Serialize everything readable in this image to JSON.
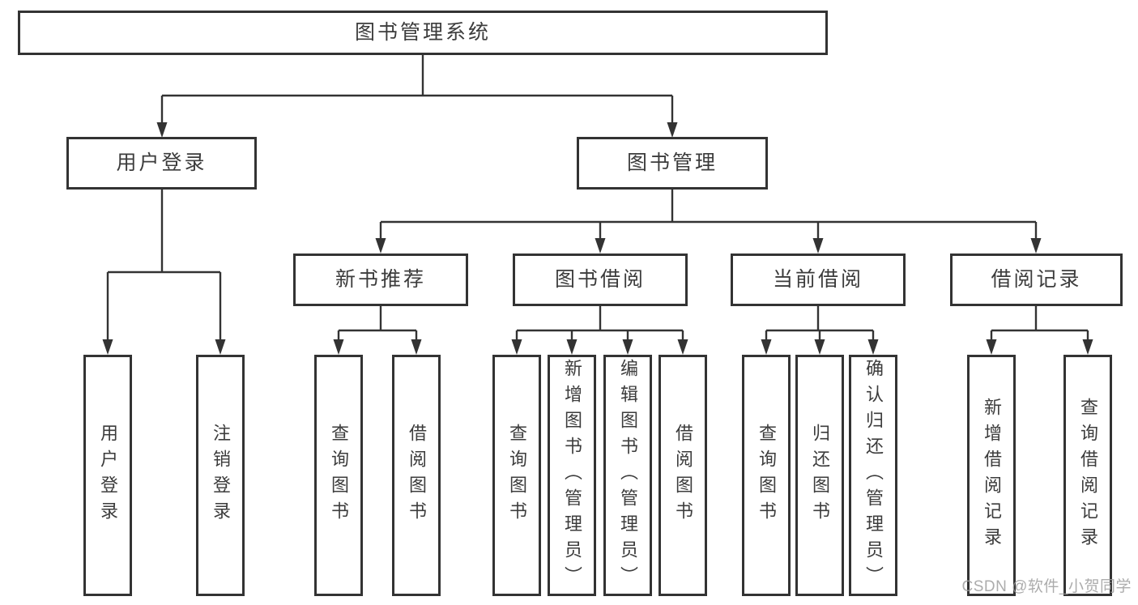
{
  "tree": {
    "label": "图书管理系统",
    "children": [
      {
        "label": "用户登录",
        "children": [
          {
            "label": "用户登录"
          },
          {
            "label": "注销登录"
          }
        ]
      },
      {
        "label": "图书管理",
        "children": [
          {
            "label": "新书推荐",
            "children": [
              {
                "label": "查询图书"
              },
              {
                "label": "借阅图书"
              }
            ]
          },
          {
            "label": "图书借阅",
            "children": [
              {
                "label": "查询图书"
              },
              {
                "label": "新增图书（管理员）"
              },
              {
                "label": "编辑图书（管理员）"
              },
              {
                "label": "借阅图书"
              }
            ]
          },
          {
            "label": "当前借阅",
            "children": [
              {
                "label": "查询图书"
              },
              {
                "label": "归还图书"
              },
              {
                "label": "确认归还（管理员）"
              }
            ]
          },
          {
            "label": "借阅记录",
            "children": [
              {
                "label": "新增借阅记录"
              },
              {
                "label": "查询借阅记录"
              }
            ]
          }
        ]
      }
    ]
  },
  "watermark": "CSDN @软件_小贺同学",
  "colors": {
    "line": "#333333",
    "text": "#3c3c3c",
    "background": "#ffffff",
    "watermark": "#9e9e9e"
  }
}
